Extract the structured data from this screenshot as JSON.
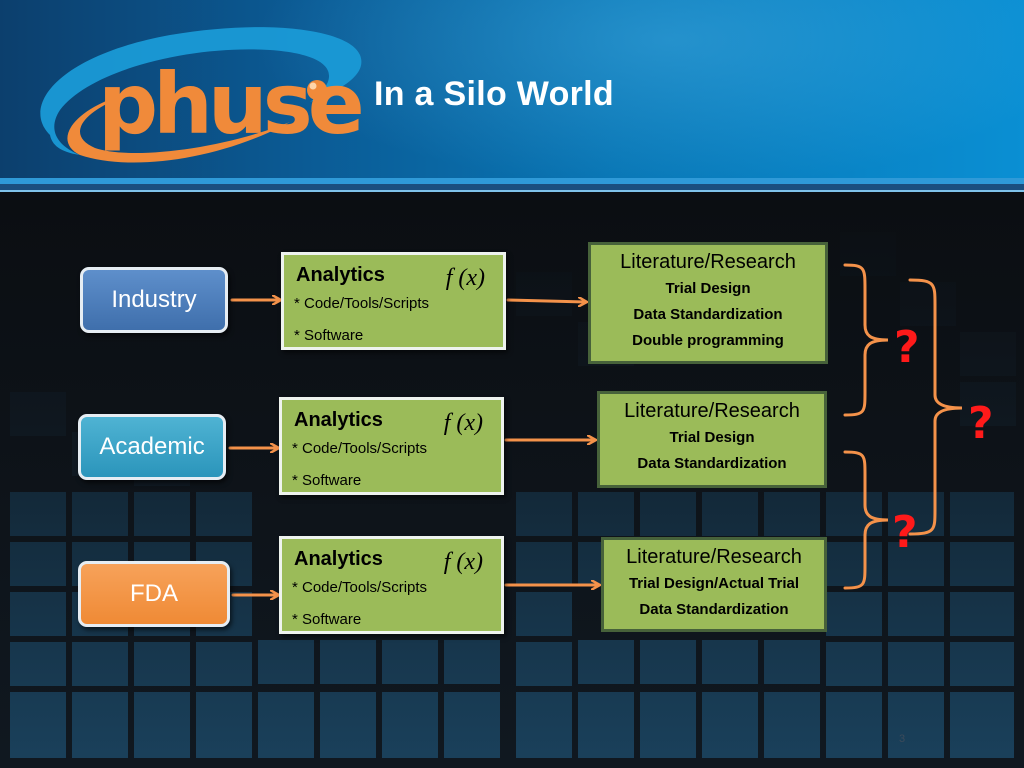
{
  "slide": {
    "title": "In a Silo World",
    "page_number": "3"
  },
  "logo": {
    "text": "phuse",
    "brand_color": "#f08a3a"
  },
  "sources": [
    {
      "label": "Industry",
      "color": "#4a7ebd"
    },
    {
      "label": "Academic",
      "color": "#3aa5c8"
    },
    {
      "label": "FDA",
      "color": "#f39444"
    }
  ],
  "analytics": [
    {
      "title": "Analytics",
      "formula": "f (x)",
      "line1": "* Code/Tools/Scripts",
      "line2": "* Software"
    },
    {
      "title": "Analytics",
      "formula": "f (x)",
      "line1": "* Code/Tools/Scripts",
      "line2": "* Software"
    },
    {
      "title": "Analytics",
      "formula": "f (x)",
      "line1": "* Code/Tools/Scripts",
      "line2": "* Software"
    }
  ],
  "research": [
    {
      "heading": "Literature/Research",
      "lines": [
        "Trial Design",
        "Data Standardization",
        "Double programming"
      ]
    },
    {
      "heading": "Literature/Research",
      "lines": [
        "Trial Design",
        "Data Standardization"
      ]
    },
    {
      "heading": "Literature/Research",
      "lines": [
        "Trial Design/Actual Trial",
        "Data Standardization"
      ]
    }
  ],
  "question_marks": [
    "?",
    "?",
    "?"
  ],
  "colors": {
    "box_green": "#9bbb59",
    "arrow_orange": "#f4924a",
    "question_red": "#ff1a1a",
    "header_blue": "#0a6fae"
  }
}
